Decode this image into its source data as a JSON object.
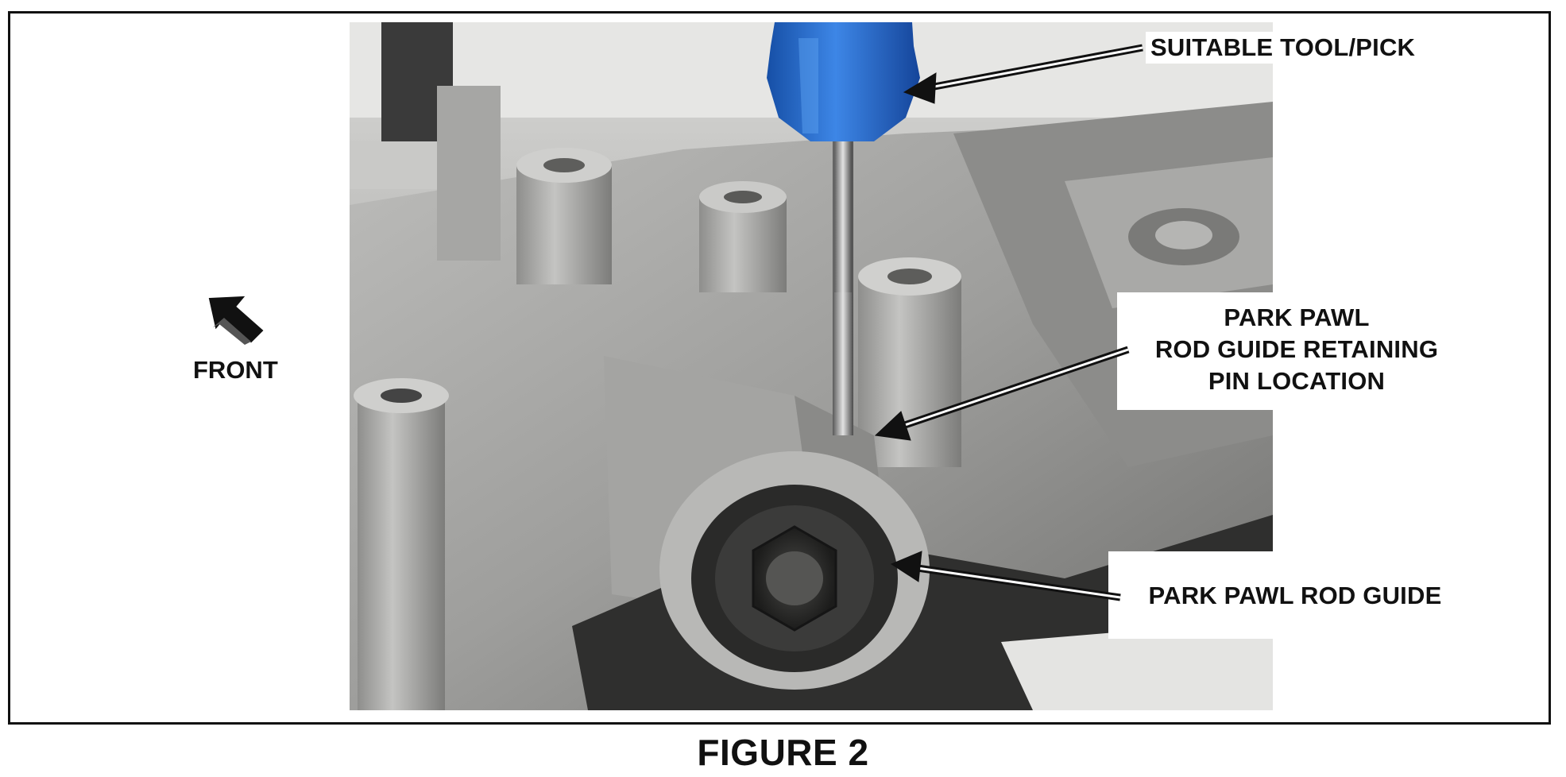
{
  "figure": {
    "caption": "FIGURE 2",
    "orientation_label": "FRONT",
    "callouts": {
      "tool": "SUITABLE TOOL/PICK",
      "pin_line1": "PARK PAWL",
      "pin_line2": "ROD GUIDE RETAINING",
      "pin_line3": "PIN LOCATION",
      "guide": "PARK PAWL ROD GUIDE"
    }
  },
  "colors": {
    "line": "#111111",
    "tool_handle": "#1e63c8",
    "casting": "#9a9a9a"
  },
  "icons": {
    "orientation": "front-arrow-icon"
  }
}
